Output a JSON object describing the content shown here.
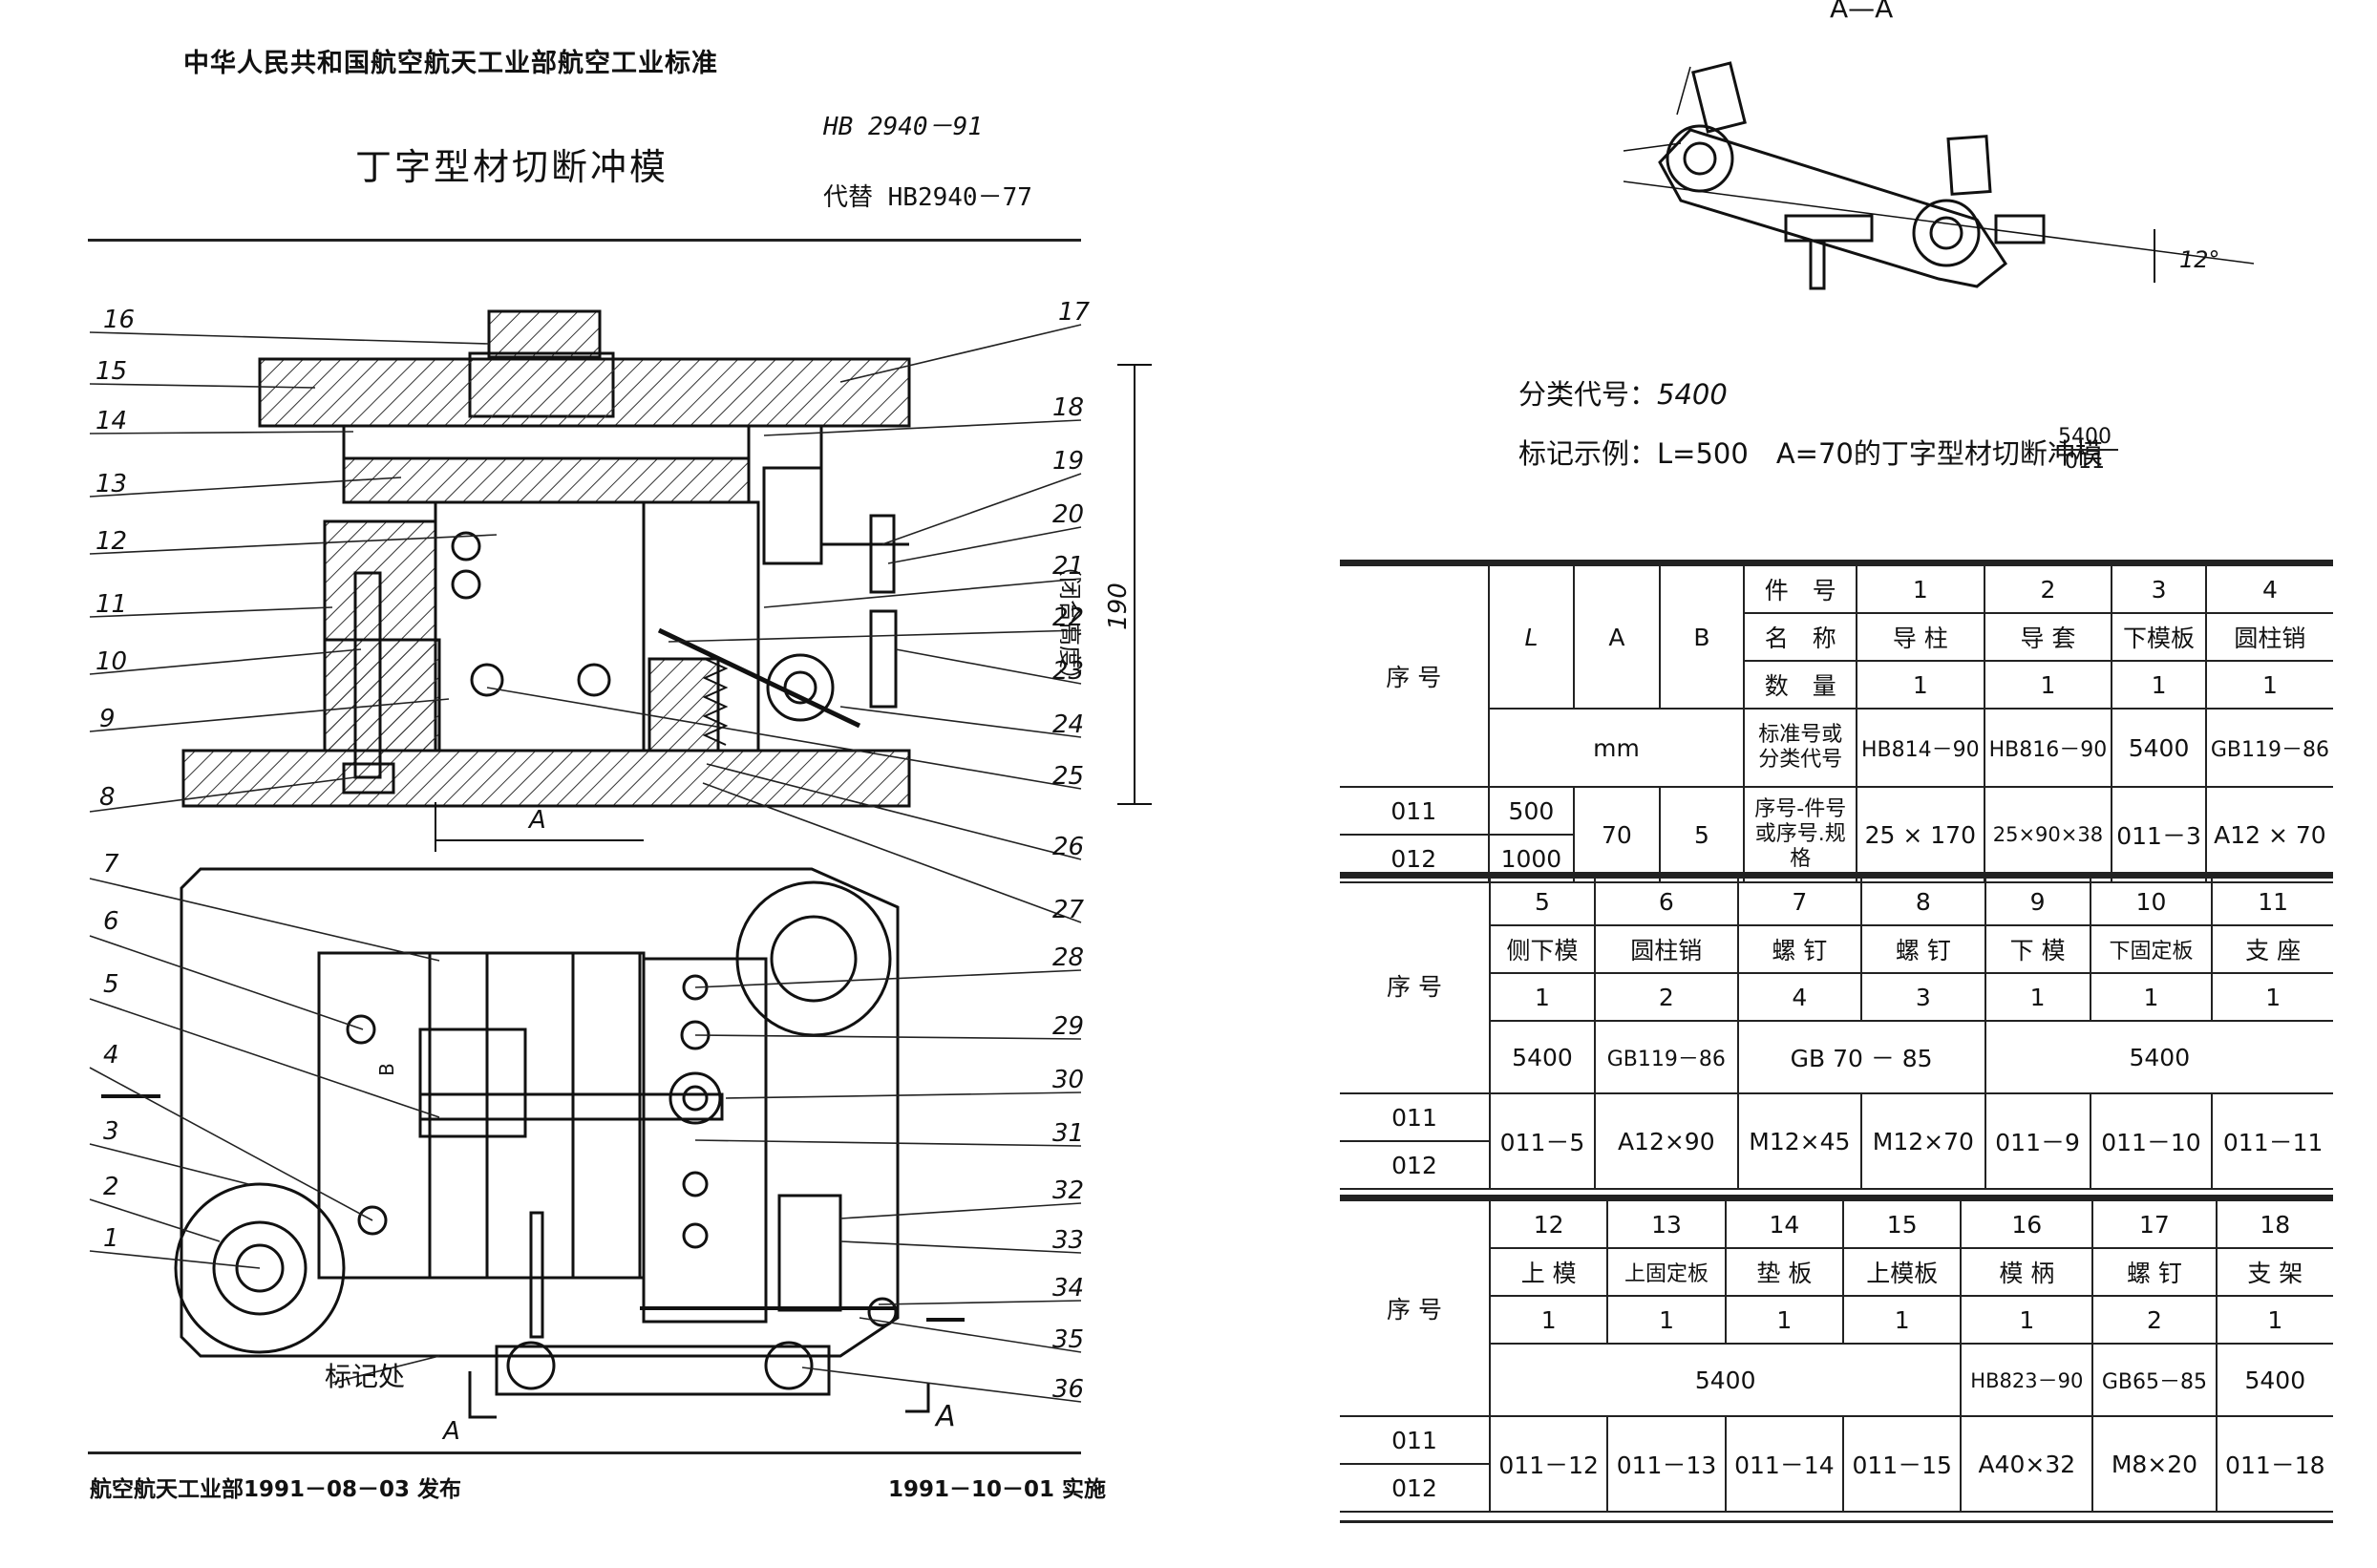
{
  "header": {
    "org": "中华人民共和国航空航天工业部航空工业标准",
    "std_no": "HB 2940－91",
    "title": "丁字型材切断冲模",
    "replaces": "代替 HB2940－77"
  },
  "drawing": {
    "section_label": "A—A",
    "angle": "12°",
    "dim_a": "A",
    "dim_b": "B",
    "dim_190": "190",
    "closed_height": "（闭合高度）",
    "mark_label": "标记处",
    "section_mark_a": "A",
    "callouts": [
      "16",
      "15",
      "14",
      "13",
      "12",
      "11",
      "10",
      "9",
      "8",
      "7",
      "6",
      "5",
      "4",
      "3",
      "2",
      "1",
      "17",
      "18",
      "19",
      "20",
      "21",
      "22",
      "23",
      "24",
      "25",
      "26",
      "27",
      "28",
      "29",
      "30",
      "31",
      "32",
      "33",
      "34",
      "35",
      "36"
    ]
  },
  "classification": {
    "code_label": "分类代号：",
    "code": "5400",
    "example_label": "标记示例：",
    "example_text": "L=500　A=70的丁字型材切断冲模",
    "example_num": "5400",
    "example_den": "011"
  },
  "table1": {
    "seq_label": "序 号",
    "col_l": "L",
    "col_a": "A",
    "col_b": "B",
    "unit": "mm",
    "row_labels": [
      "件　号",
      "名　称",
      "数　量",
      "标准号或分类代号",
      "序号-件号或序号.规格"
    ],
    "parts": [
      {
        "no": "1",
        "name": "导 柱",
        "qty": "1",
        "std": "HB814－90",
        "spec": "25 × 170"
      },
      {
        "no": "2",
        "name": "导 套",
        "qty": "1",
        "std": "HB816－90",
        "spec": "25×90×38"
      },
      {
        "no": "3",
        "name": "下模板",
        "qty": "1",
        "std": "5400",
        "spec": "011－3"
      },
      {
        "no": "4",
        "name": "圆柱销",
        "qty": "1",
        "std": "GB119－86",
        "spec": "A12 × 70"
      }
    ],
    "rows": [
      {
        "id": "011",
        "l": "500"
      },
      {
        "id": "012",
        "l": "1000"
      }
    ],
    "a_val": "70",
    "b_val": "5"
  },
  "table2": {
    "seq_label": "序 号",
    "parts": [
      {
        "no": "5",
        "name": "侧下模",
        "qty": "1",
        "spec": "011－5"
      },
      {
        "no": "6",
        "name": "圆柱销",
        "qty": "2",
        "spec": "A12×90"
      },
      {
        "no": "7",
        "name": "螺 钉",
        "qty": "4",
        "spec": "M12×45"
      },
      {
        "no": "8",
        "name": "螺 钉",
        "qty": "3",
        "spec": "M12×70"
      },
      {
        "no": "9",
        "name": "下 模",
        "qty": "1",
        "spec": "011－9"
      },
      {
        "no": "10",
        "name": "下固定板",
        "qty": "1",
        "spec": "011－10"
      },
      {
        "no": "11",
        "name": "支 座",
        "qty": "1",
        "spec": "011－11"
      }
    ],
    "std_5": "5400",
    "std_6": "GB119－86",
    "std_78": "GB 70 － 85",
    "std_911": "5400",
    "ids": [
      "011",
      "012"
    ]
  },
  "table3": {
    "seq_label": "序 号",
    "parts": [
      {
        "no": "12",
        "name": "上 模",
        "qty": "1",
        "spec": "011－12"
      },
      {
        "no": "13",
        "name": "上固定板",
        "qty": "1",
        "spec": "011－13"
      },
      {
        "no": "14",
        "name": "垫 板",
        "qty": "1",
        "spec": "011－14"
      },
      {
        "no": "15",
        "name": "上模板",
        "qty": "1",
        "spec": "011－15"
      },
      {
        "no": "16",
        "name": "模 柄",
        "qty": "1",
        "spec": "A40×32"
      },
      {
        "no": "17",
        "name": "螺 钉",
        "qty": "2",
        "spec": "M8×20"
      },
      {
        "no": "18",
        "name": "支 架",
        "qty": "1",
        "spec": "011－18"
      }
    ],
    "std_1215": "5400",
    "std_16": "HB823－90",
    "std_17": "GB65－85",
    "std_18": "5400",
    "ids": [
      "011",
      "012"
    ]
  },
  "footer": {
    "issued": "航空航天工业部1991－08－03 发布",
    "implemented": "1991－10－01 实施"
  }
}
